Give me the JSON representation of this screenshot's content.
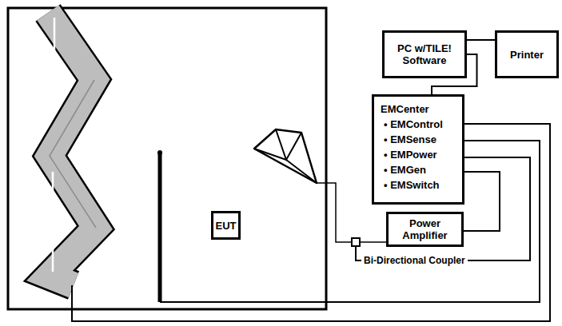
{
  "diagram": {
    "nodes": [
      {
        "text": [
          "PC w/TILE! Software"
        ]
      },
      {
        "text": [
          "Printer"
        ]
      },
      {
        "text": [
          "EMCenter",
          "• EMControl",
          "• EMSense",
          "• EMPower",
          "• EMGen",
          "• EMSwitch"
        ]
      },
      {
        "text": [
          "Power Amplifier"
        ]
      },
      {
        "text": [
          "EUT"
        ]
      }
    ],
    "edges": [
      {
        "from": 0,
        "to": 1,
        "arrow": "none"
      },
      {
        "from": 0,
        "to": 2,
        "arrow": "none"
      },
      {
        "from": 2,
        "to": 3,
        "arrow": "none"
      }
    ],
    "labels": [
      "Bi-Directional Coupler"
    ]
  }
}
